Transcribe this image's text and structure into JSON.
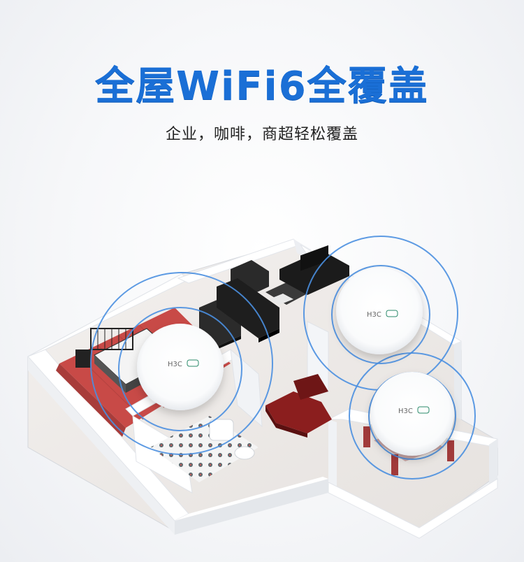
{
  "headline": "全屋WiFi6全覆盖",
  "subheadline": "企业，咖啡，商超轻松覆盖",
  "brand": {
    "logo_text": "H3C"
  },
  "colors": {
    "headline": "#1a6fd6",
    "signal_ring": "#4a8fe0",
    "floor_red": "#c84a47",
    "wall": "#ffffff",
    "wall_shadow": "#d9dde3"
  }
}
